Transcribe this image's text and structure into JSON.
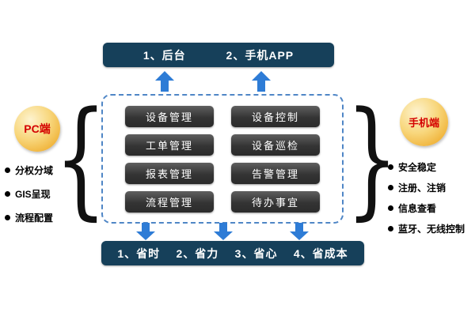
{
  "top_bar": {
    "items": [
      "1、后台",
      "2、手机APP"
    ]
  },
  "modules": {
    "grid": [
      "设备管理",
      "设备控制",
      "工单管理",
      "设备巡检",
      "报表管理",
      "告警管理",
      "流程管理",
      "待办事宜"
    ]
  },
  "pc_side": {
    "badge": "PC端",
    "brace": "{",
    "features": [
      "分权分域",
      "GIS呈现",
      "流程配置"
    ]
  },
  "mobile_side": {
    "badge": "手机端",
    "brace": "}",
    "features": [
      "安全稳定",
      "注册、注销",
      "信息查看",
      "蓝牙、无线控制"
    ]
  },
  "bottom_bar": {
    "items": [
      "1、省时",
      "2、省力",
      "3、省心",
      "4、省成本"
    ]
  },
  "colors": {
    "bar_bg": "#16405a",
    "arrow": "#2e7cd6",
    "dashed_border": "#4f86c6",
    "module_bg": "#343434",
    "badge_bg": "#f0b33a",
    "badge_text": "#d40000"
  }
}
